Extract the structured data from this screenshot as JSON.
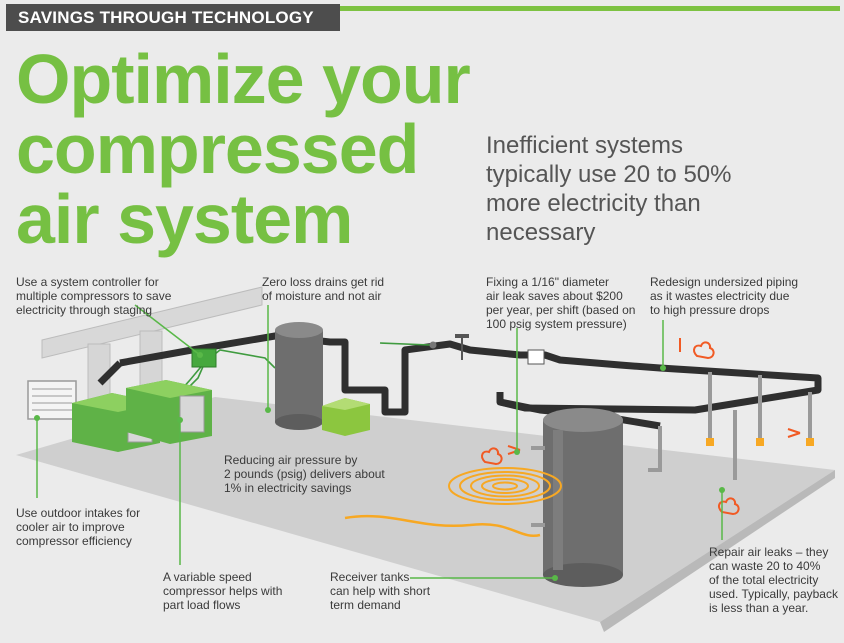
{
  "banner": {
    "label": "SAVINGS THROUGH TECHNOLOGY"
  },
  "headline": {
    "lines": [
      "Optimize your",
      "compressed",
      "air system"
    ]
  },
  "subhead": {
    "text": "Inefficient systems\ntypically use 20 to 50%\nmore electricity than\nnecessary"
  },
  "callouts": {
    "controller": "Use a system controller for\nmultiple compressors to save\nelectricity through staging",
    "drains": "Zero loss drains get rid\nof moisture and not air",
    "leak_fix": "Fixing a 1/16\" diameter\nair leak saves about $200\nper year, per shift (based on\n100 psig system pressure)",
    "piping": "Redesign undersized piping\nas it wastes electricity due\nto high pressure drops",
    "pressure": "Reducing air pressure by\n2 pounds (psig) delivers about\n1% in electricity savings",
    "intakes": "Use outdoor intakes for\ncooler air to improve\ncompressor efficiency",
    "vsd": "A variable speed\ncompressor helps with\npart load flows",
    "receiver": "Receiver tanks\ncan help with short\nterm demand",
    "leaks": "Repair air leaks – they\ncan waste 20 to 40%\nof the total electricity\nused. Typically, payback\nis less than a year."
  },
  "colors": {
    "accent_green": "#76c043",
    "banner_gray": "#4d4d4d",
    "pipe": "#2f2f2f",
    "floor": "#cfcfcf",
    "tank": "#6e6e6e",
    "hose": "#f7a823",
    "leak": "#f15a24"
  }
}
